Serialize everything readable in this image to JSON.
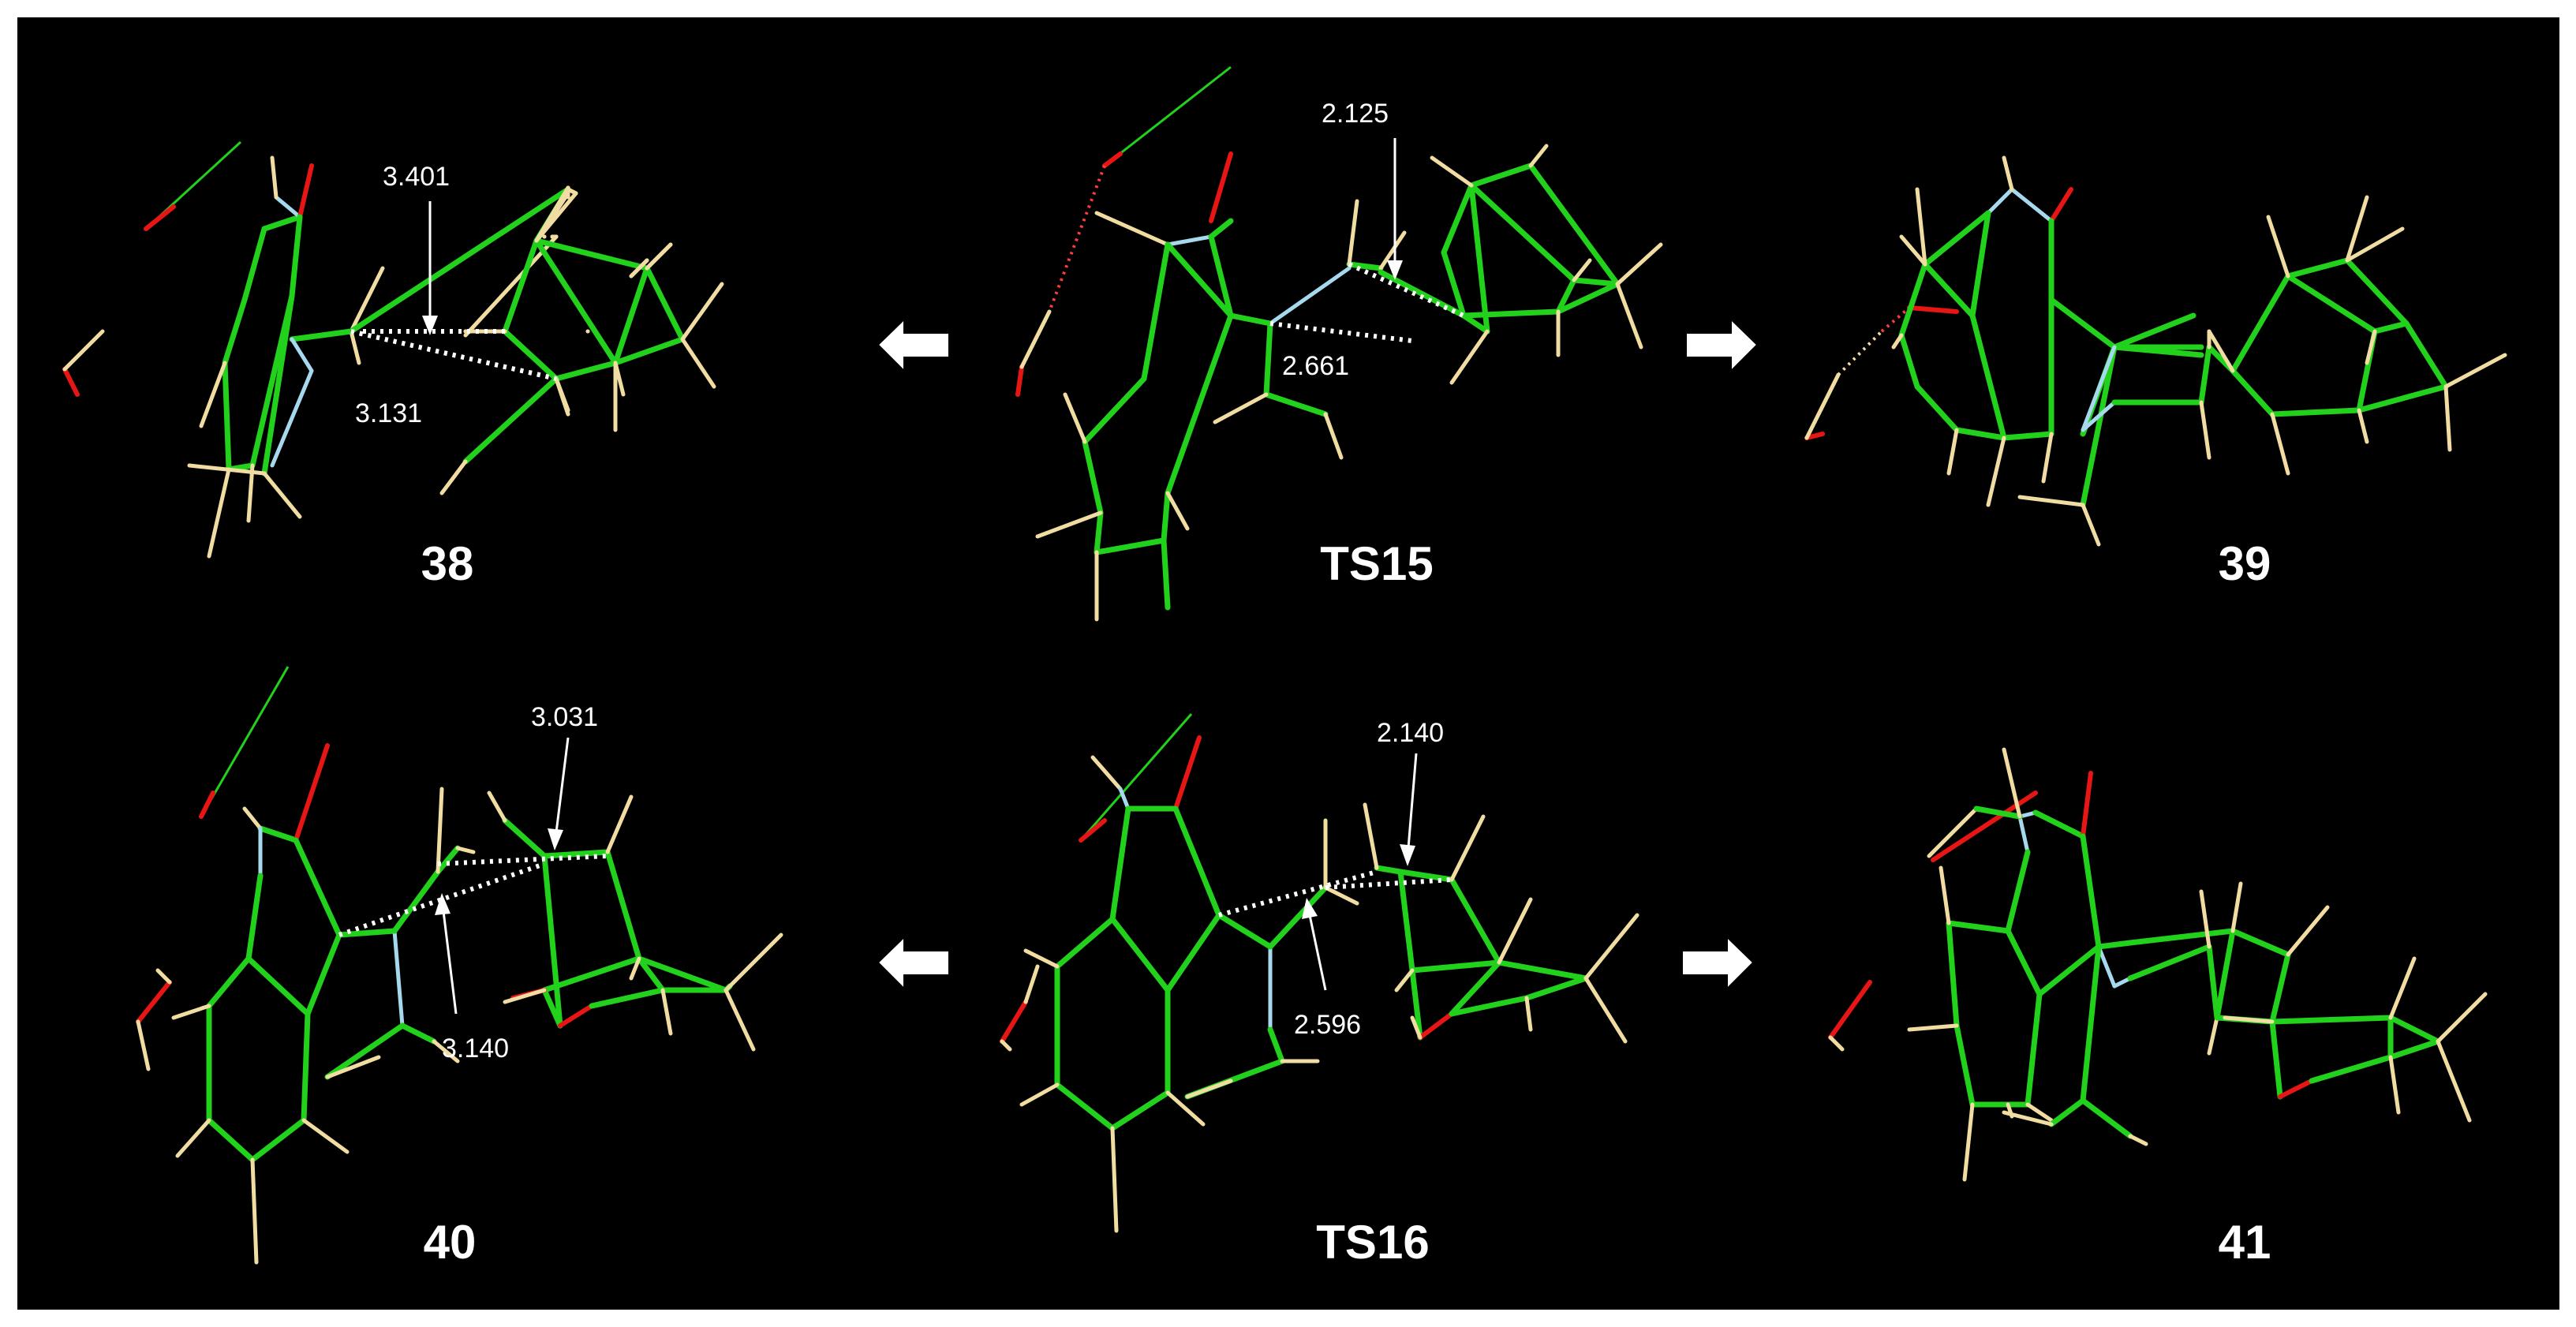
{
  "panels": {
    "p38": {
      "label": "38",
      "distances": [
        "3.401",
        "3.131"
      ]
    },
    "ts15": {
      "label": "TS15",
      "distances": [
        "2.125",
        "2.661"
      ]
    },
    "p39": {
      "label": "39"
    },
    "p40": {
      "label": "40",
      "distances": [
        "3.031",
        "3.140"
      ]
    },
    "ts16": {
      "label": "TS16",
      "distances": [
        "2.140",
        "2.596"
      ]
    },
    "p41": {
      "label": "41"
    }
  },
  "colors": {
    "background": "#000000",
    "carbon": "#22d11c",
    "hydrogen": "#f1dda2",
    "nitrogen": "#a6d8ee",
    "oxygen": "#e81515",
    "label": "#ffffff"
  }
}
